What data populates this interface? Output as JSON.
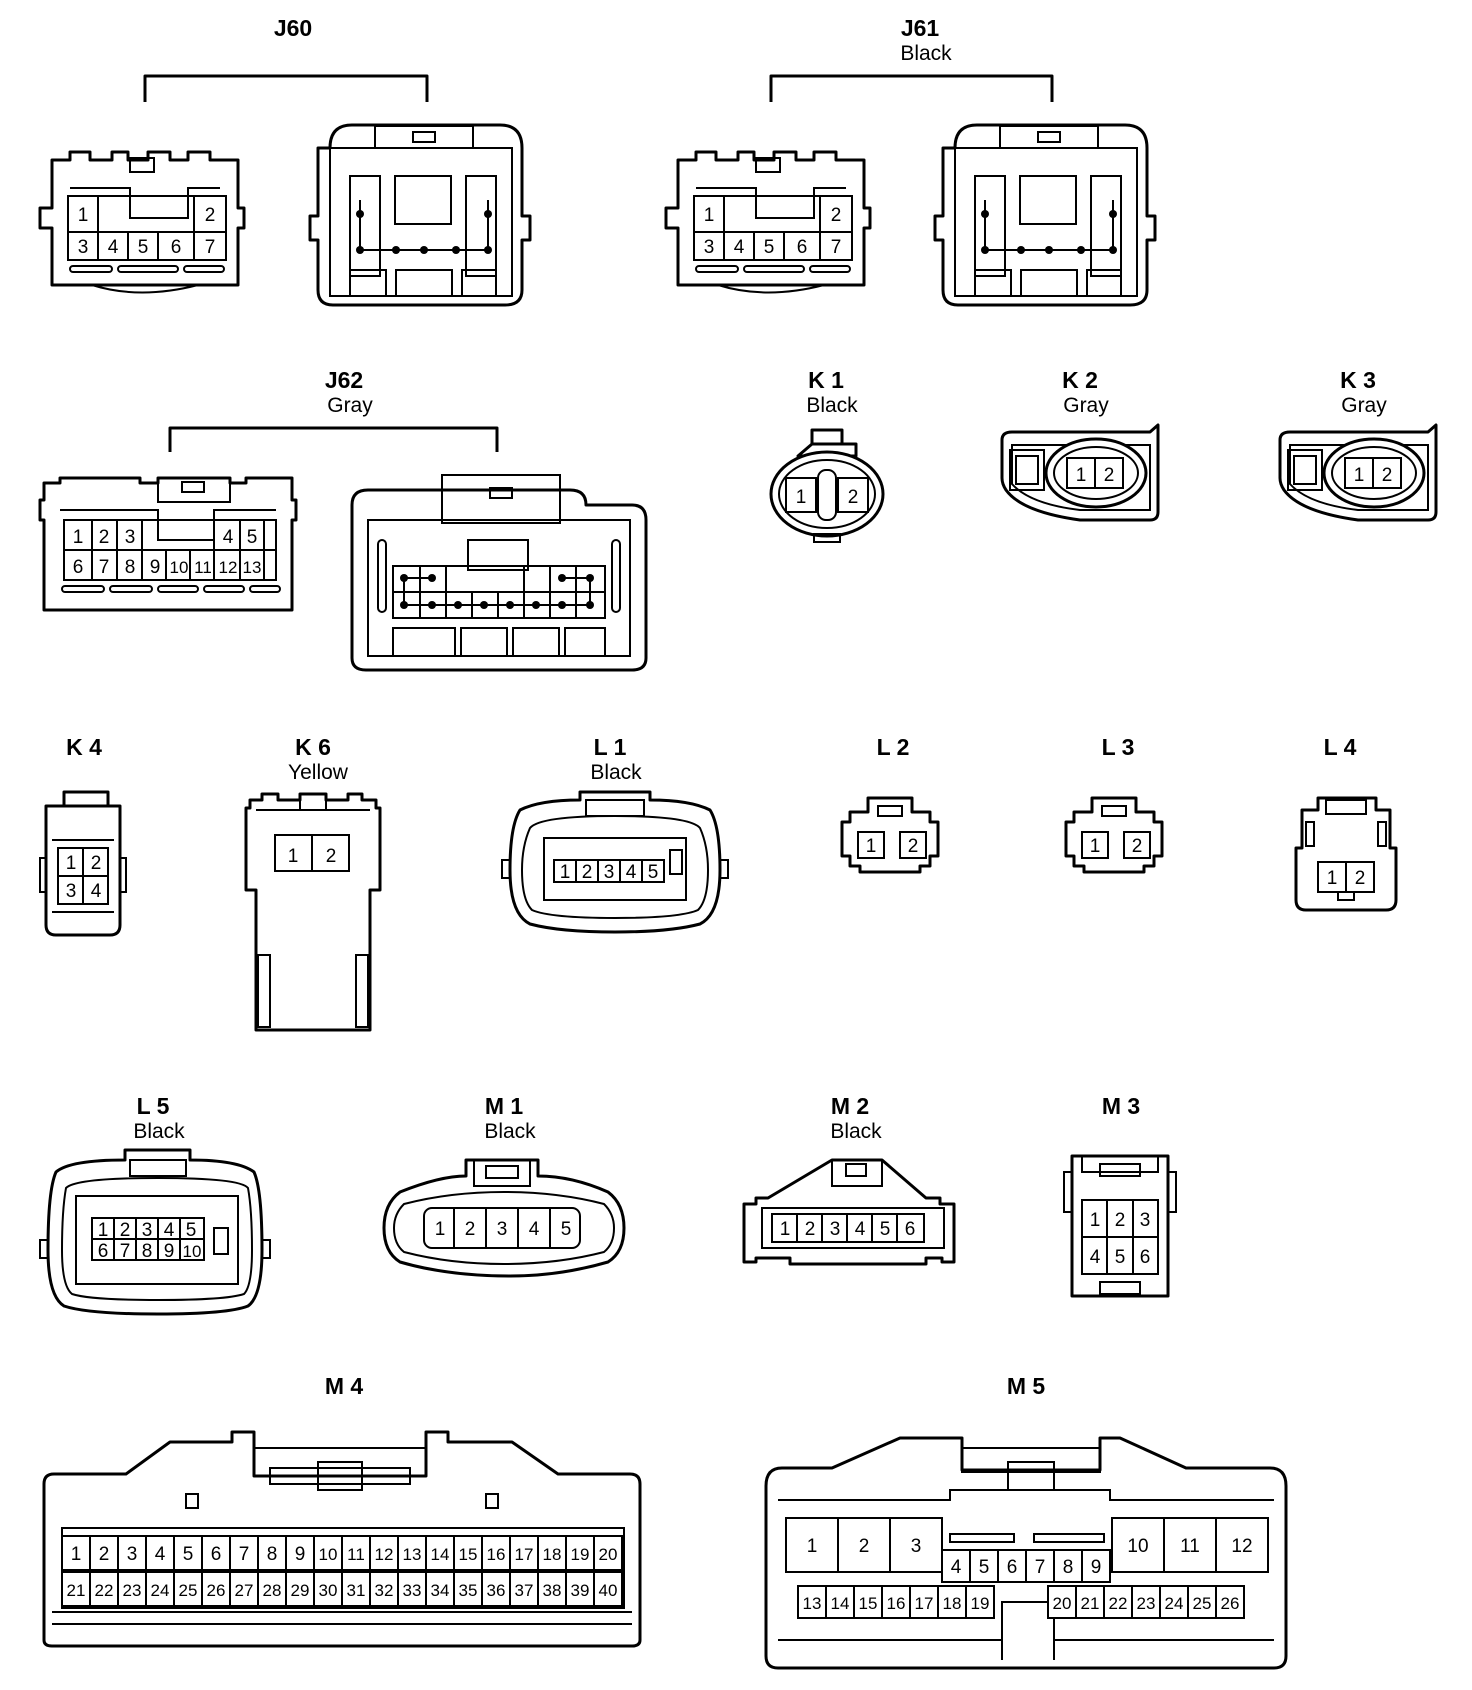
{
  "connectors": [
    {
      "id": "J60",
      "color": "",
      "pins": [
        "1",
        "2",
        "3",
        "4",
        "5",
        "6",
        "7"
      ]
    },
    {
      "id": "J61",
      "color": "Black",
      "pins": [
        "1",
        "2",
        "3",
        "4",
        "5",
        "6",
        "7"
      ]
    },
    {
      "id": "J62",
      "color": "Gray",
      "pins": [
        "1",
        "2",
        "3",
        "4",
        "5",
        "6",
        "7",
        "8",
        "9",
        "10",
        "11",
        "12",
        "13"
      ]
    },
    {
      "id": "K 1",
      "color": "Black",
      "pins": [
        "1",
        "2"
      ]
    },
    {
      "id": "K 2",
      "color": "Gray",
      "pins": [
        "1",
        "2"
      ]
    },
    {
      "id": "K 3",
      "color": "Gray",
      "pins": [
        "1",
        "2"
      ]
    },
    {
      "id": "K 4",
      "color": "",
      "pins": [
        "1",
        "2",
        "3",
        "4"
      ]
    },
    {
      "id": "K 6",
      "color": "Yellow",
      "pins": [
        "1",
        "2"
      ]
    },
    {
      "id": "L 1",
      "color": "Black",
      "pins": [
        "1",
        "2",
        "3",
        "4",
        "5"
      ]
    },
    {
      "id": "L 2",
      "color": "",
      "pins": [
        "1",
        "2"
      ]
    },
    {
      "id": "L 3",
      "color": "",
      "pins": [
        "1",
        "2"
      ]
    },
    {
      "id": "L 4",
      "color": "",
      "pins": [
        "1",
        "2"
      ]
    },
    {
      "id": "L 5",
      "color": "Black",
      "pins": [
        "1",
        "2",
        "3",
        "4",
        "5",
        "6",
        "7",
        "8",
        "9",
        "10"
      ]
    },
    {
      "id": "M 1",
      "color": "Black",
      "pins": [
        "1",
        "2",
        "3",
        "4",
        "5"
      ]
    },
    {
      "id": "M 2",
      "color": "Black",
      "pins": [
        "1",
        "2",
        "3",
        "4",
        "5",
        "6"
      ]
    },
    {
      "id": "M 3",
      "color": "",
      "pins": [
        "1",
        "2",
        "3",
        "4",
        "5",
        "6"
      ]
    },
    {
      "id": "M 4",
      "color": "",
      "pins": [
        "1",
        "2",
        "3",
        "4",
        "5",
        "6",
        "7",
        "8",
        "9",
        "10",
        "11",
        "12",
        "13",
        "14",
        "15",
        "16",
        "17",
        "18",
        "19",
        "20",
        "21",
        "22",
        "23",
        "24",
        "25",
        "26",
        "27",
        "28",
        "29",
        "30",
        "31",
        "32",
        "33",
        "34",
        "35",
        "36",
        "37",
        "38",
        "39",
        "40"
      ]
    },
    {
      "id": "M 5",
      "color": "",
      "pins": [
        "1",
        "2",
        "3",
        "4",
        "5",
        "6",
        "7",
        "8",
        "9",
        "10",
        "11",
        "12",
        "13",
        "14",
        "15",
        "16",
        "17",
        "18",
        "19",
        "20",
        "21",
        "22",
        "23",
        "24",
        "25",
        "26"
      ]
    }
  ]
}
